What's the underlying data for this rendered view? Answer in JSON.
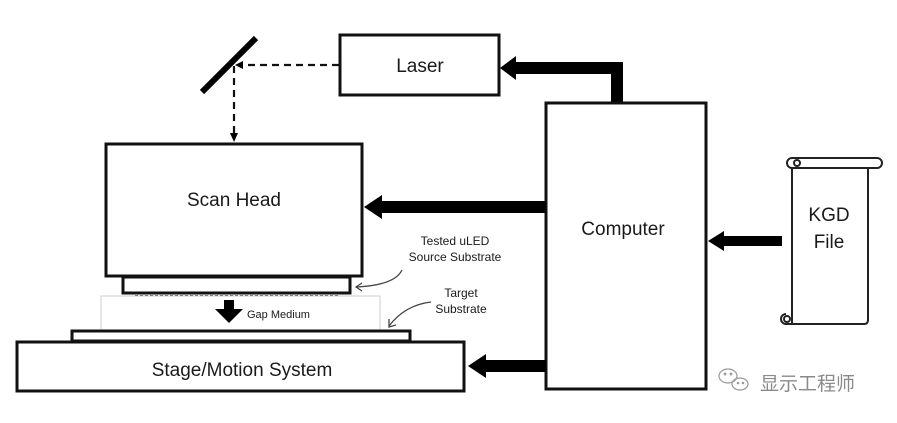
{
  "diagram": {
    "blocks": {
      "laser": {
        "label": "Laser"
      },
      "scan_head": {
        "label": "Scan Head"
      },
      "computer": {
        "label": "Computer"
      },
      "kgd_file": {
        "line1": "KGD",
        "line2": "File"
      },
      "stage": {
        "label": "Stage/Motion System"
      }
    },
    "annotations": {
      "source_substrate": {
        "line1": "Tested uLED",
        "line2": "Source Substrate"
      },
      "target_substrate": {
        "line1": "Target",
        "line2": "Substrate"
      },
      "gap_medium": "Gap Medium"
    },
    "connections": [
      {
        "from": "computer",
        "to": "laser",
        "style": "thick-arrow"
      },
      {
        "from": "computer",
        "to": "scan_head",
        "style": "thick-arrow"
      },
      {
        "from": "computer",
        "to": "stage",
        "style": "thick-arrow"
      },
      {
        "from": "kgd_file",
        "to": "computer",
        "style": "thick-arrow"
      },
      {
        "from": "laser",
        "to": "mirror",
        "style": "dashed-beam"
      },
      {
        "from": "mirror",
        "to": "scan_head",
        "style": "dashed-beam"
      }
    ]
  },
  "watermark": {
    "text": "显示工程师",
    "icon": "wechat-icon"
  }
}
